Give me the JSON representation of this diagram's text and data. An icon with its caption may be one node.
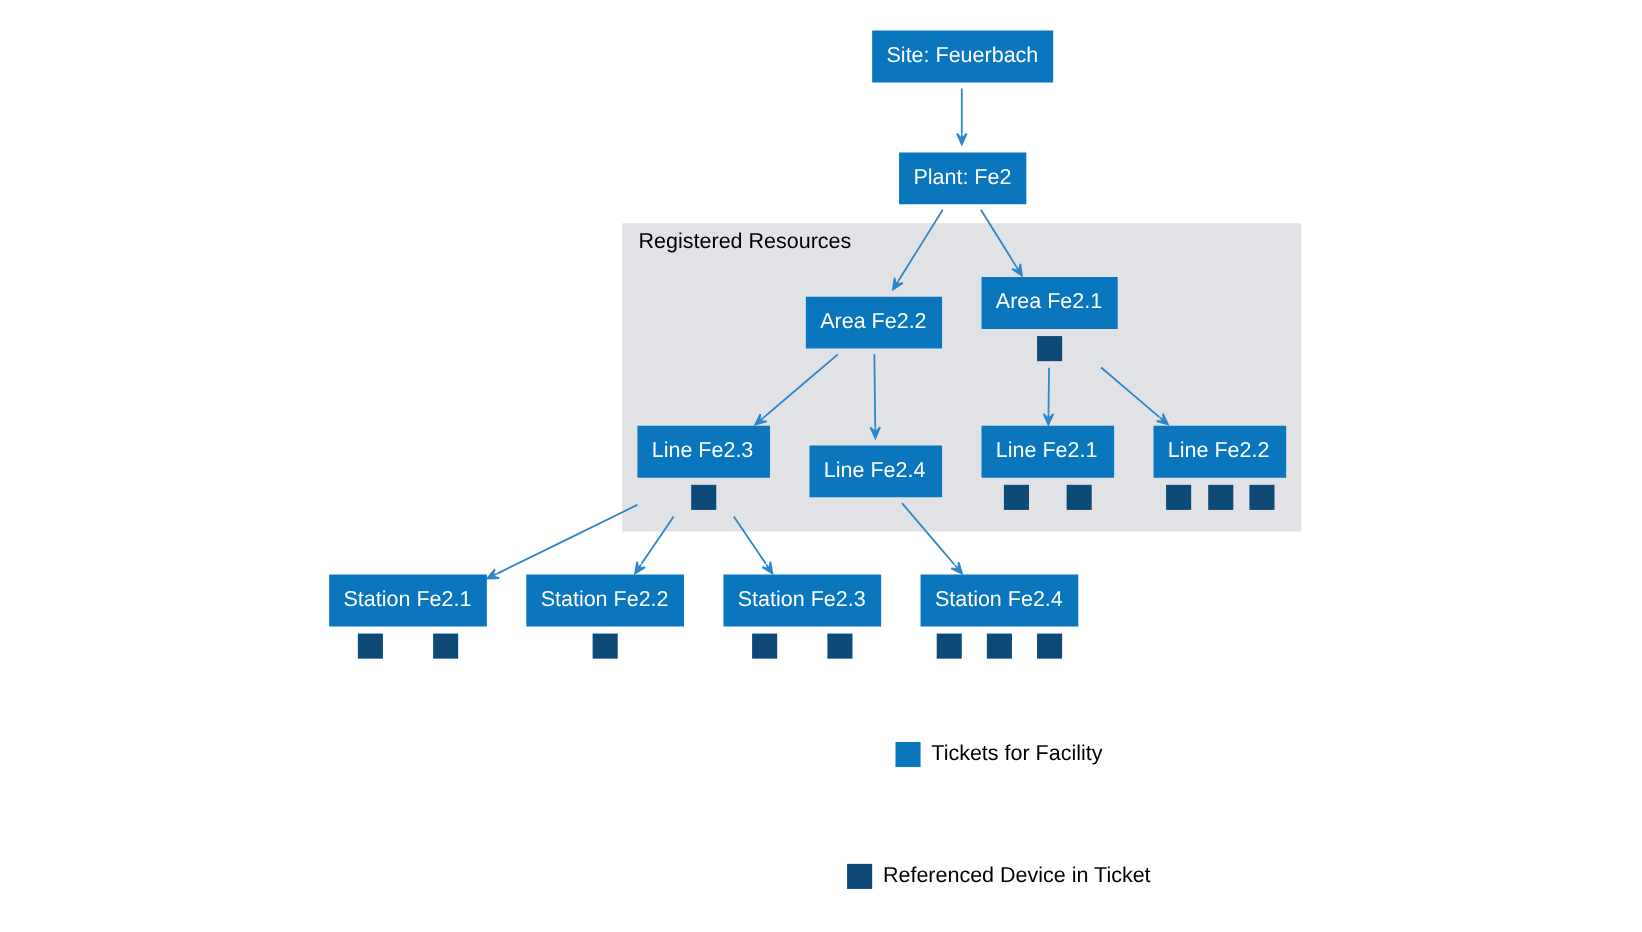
{
  "diagram": {
    "nodes": [
      {
        "text": [
          "Site: Feuerbach"
        ]
      },
      {
        "text": [
          "Plant: Fe2"
        ]
      },
      {
        "text": [
          "Registered Resources"
        ]
      },
      {
        "text": [
          "Area Fe2.1"
        ],
        "in": 2
      },
      {
        "text": [
          "Area Fe2.2"
        ],
        "in": 2
      },
      {
        "text": [
          "Line Fe2.1"
        ],
        "in": 2
      },
      {
        "text": [
          "Line Fe2.2"
        ],
        "in": 2
      },
      {
        "text": [
          "Line Fe2.3"
        ],
        "in": 2
      },
      {
        "text": [
          "Line Fe2.4"
        ],
        "in": 2
      },
      {
        "text": [
          "Station Fe2.1"
        ]
      },
      {
        "text": [
          "Station Fe2.2"
        ]
      },
      {
        "text": [
          "Station Fe2.3"
        ]
      },
      {
        "text": [
          "Station Fe2.4"
        ]
      }
    ],
    "edges": [
      {
        "from": 0,
        "to": 1,
        "arrow": "to"
      },
      {
        "from": 1,
        "to": 3,
        "arrow": "to"
      },
      {
        "from": 1,
        "to": 4,
        "arrow": "to"
      },
      {
        "from": 3,
        "to": 5,
        "arrow": "to"
      },
      {
        "from": 3,
        "to": 6,
        "arrow": "to"
      },
      {
        "from": 4,
        "to": 7,
        "arrow": "to"
      },
      {
        "from": 4,
        "to": 8,
        "arrow": "to"
      },
      {
        "from": 7,
        "to": 9,
        "arrow": "to"
      },
      {
        "from": 7,
        "to": 10,
        "arrow": "to"
      },
      {
        "from": 7,
        "to": 11,
        "arrow": "to"
      },
      {
        "from": 8,
        "to": 12,
        "arrow": "to"
      }
    ],
    "legend": [
      {
        "text": "Tickets for Facility",
        "color": "#0a76be"
      },
      {
        "text": "Referenced Device in Ticket"
      }
    ]
  }
}
